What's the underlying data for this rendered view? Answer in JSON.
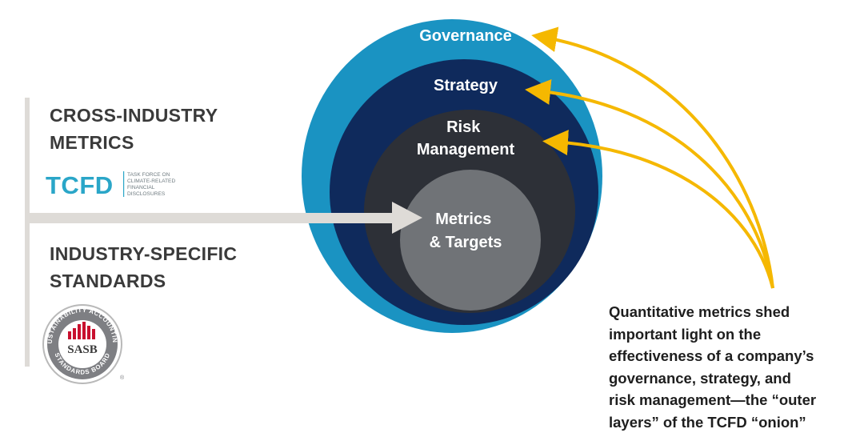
{
  "diagram": {
    "layers": [
      {
        "name": "governance",
        "label_lines": [
          "Governance"
        ],
        "color": "#1a93c2"
      },
      {
        "name": "strategy",
        "label_lines": [
          "Strategy"
        ],
        "color": "#0f2a5c"
      },
      {
        "name": "risk-management",
        "label_lines": [
          "Risk",
          "Management"
        ],
        "color": "#2d3037"
      },
      {
        "name": "metrics-targets",
        "label_lines": [
          "Metrics",
          "& Targets"
        ],
        "color": "#707377"
      }
    ],
    "arrow_color": "#f5b800",
    "pointer_color": "#dedbd7"
  },
  "left_panel": {
    "cross_industry": {
      "lines": [
        "CROSS-INDUSTRY",
        "METRICS"
      ]
    },
    "tcfd_logo": {
      "wordmark": "TCFD",
      "tagline_lines": [
        "TASK FORCE ON",
        "CLIMATE-RELATED",
        "FINANCIAL",
        "DISCLOSURES"
      ],
      "color": "#2aa6c8"
    },
    "industry_specific": {
      "lines": [
        "INDUSTRY-SPECIFIC",
        "STANDARDS"
      ]
    },
    "sasb_logo": {
      "wordmark": "SASB",
      "ring_top": "SUSTAINABILITY ACCOUNTING",
      "ring_bottom": "STANDARDS BOARD",
      "registered": "®",
      "accent": "#c8102e"
    }
  },
  "caption": {
    "lines": [
      "Quantitative metrics shed",
      "important light on the",
      "effectiveness of a company’s",
      "governance, strategy, and",
      "risk management—the “outer",
      "layers” of the TCFD “onion”"
    ]
  }
}
